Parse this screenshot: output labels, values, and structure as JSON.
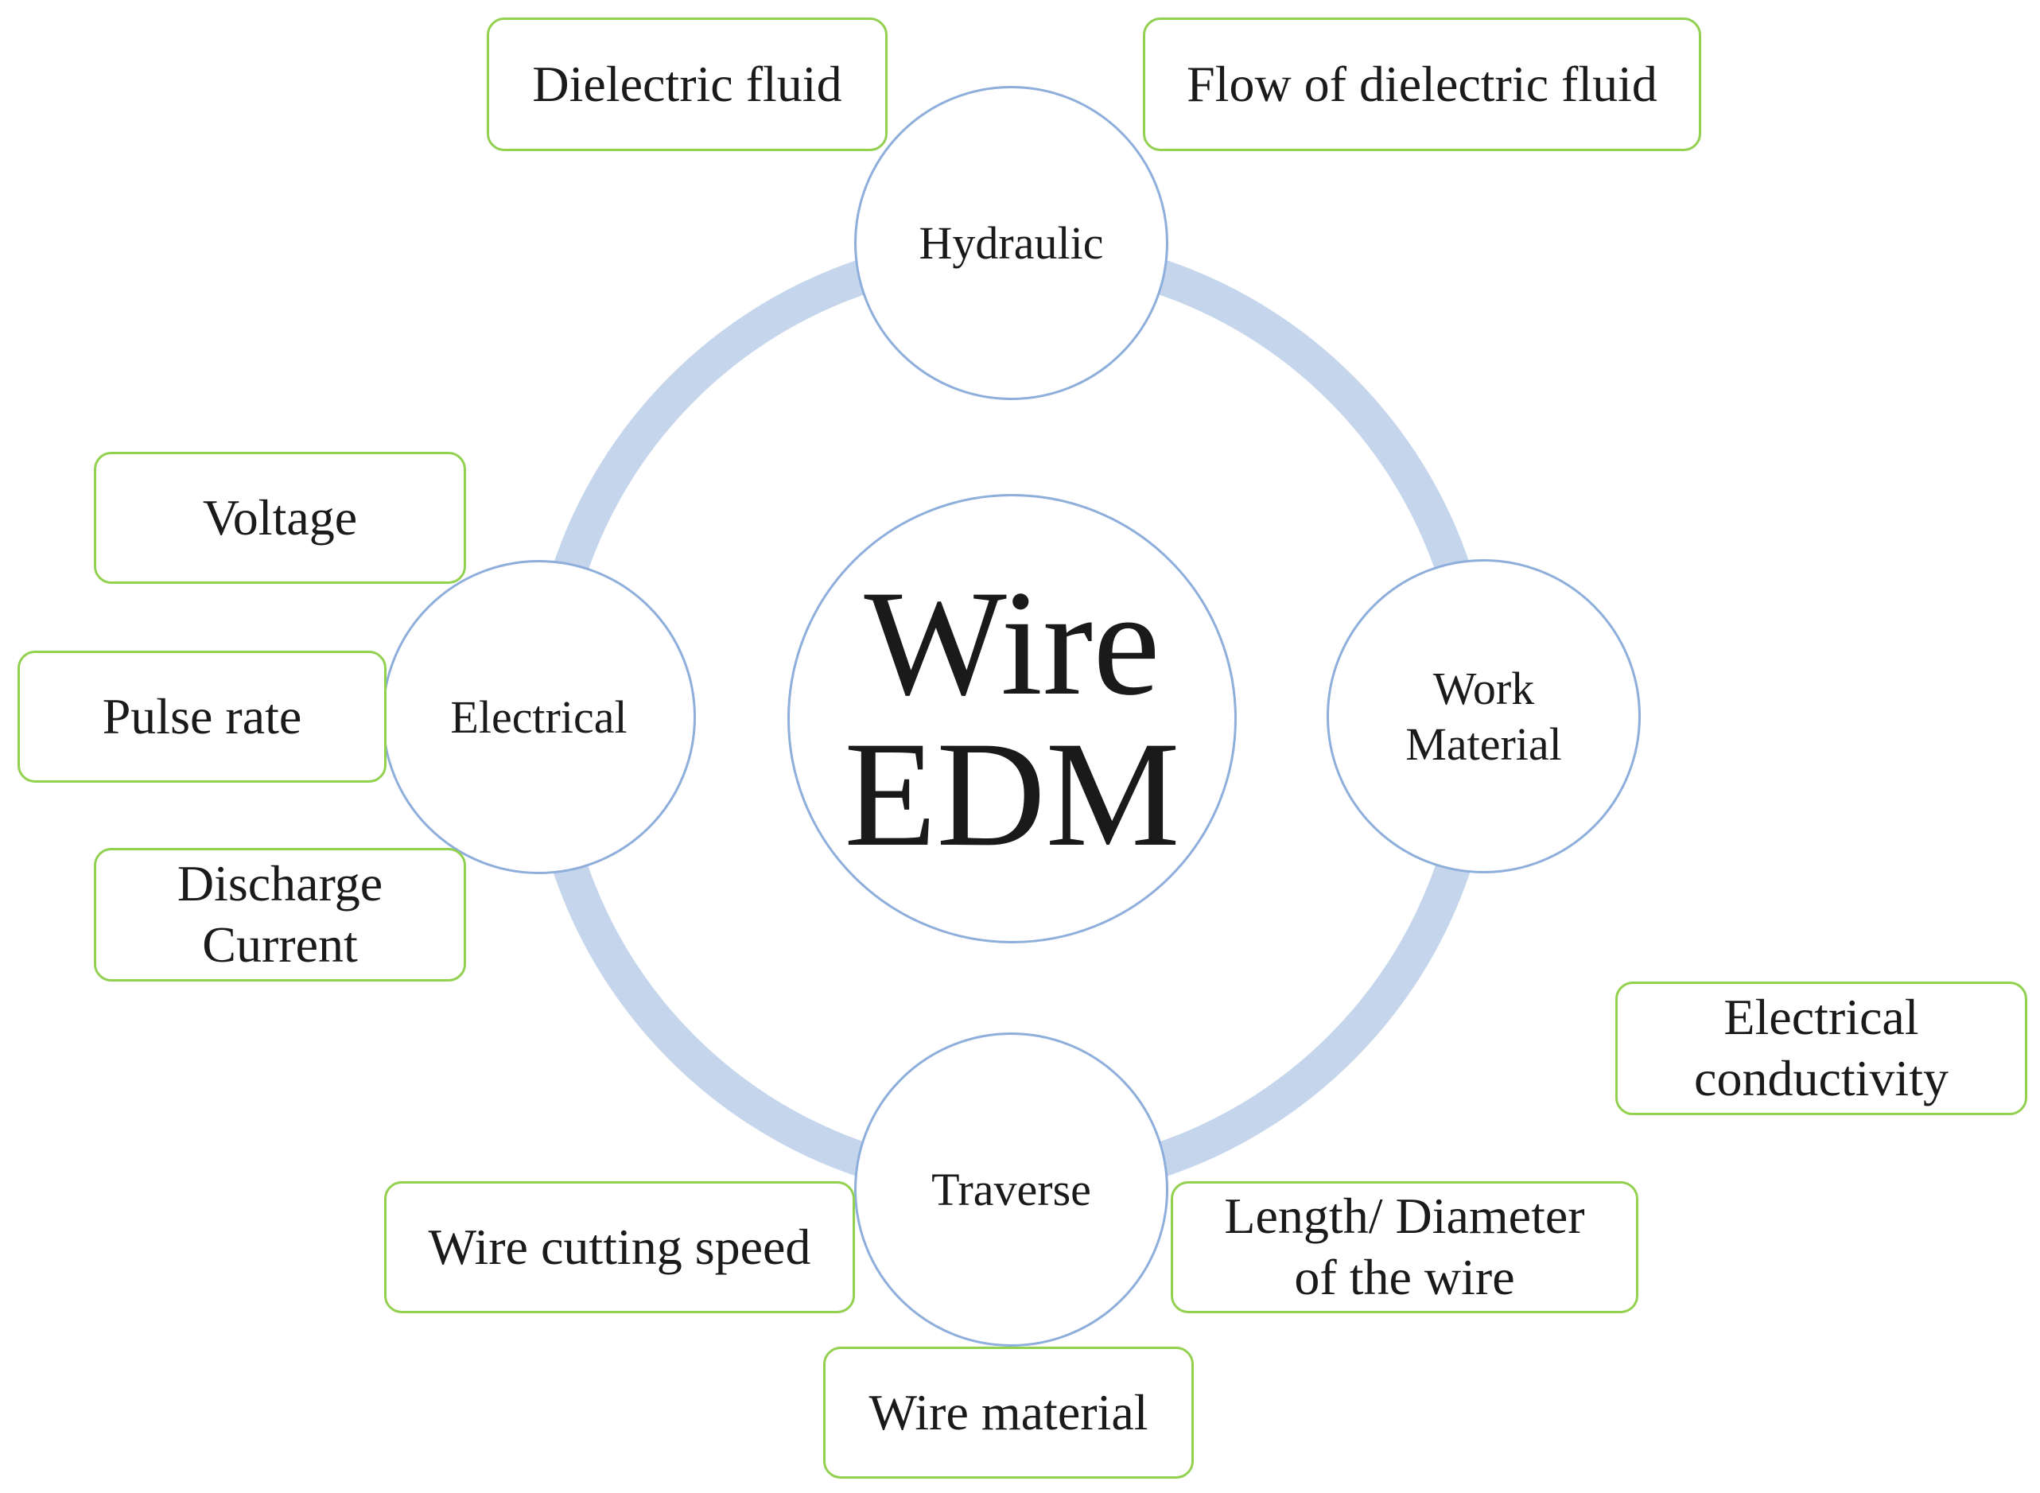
{
  "center": {
    "text": "Wire\nEDM"
  },
  "ring_color": "#c5d6ec",
  "circle_border_color": "#8eaedb",
  "box_border_color": "#92d050",
  "nodes": {
    "hydraulic": "Hydraulic",
    "electrical": "Electrical",
    "work_material": "Work\nMaterial",
    "traverse": "Traverse"
  },
  "boxes": {
    "dielectric_fluid": "Dielectric fluid",
    "flow_of_dielectric_fluid": "Flow of dielectric fluid",
    "voltage": "Voltage",
    "pulse_rate": "Pulse rate",
    "discharge_current": "Discharge\nCurrent",
    "electrical_conductivity": "Electrical\nconductivity",
    "wire_cutting_speed": "Wire cutting speed",
    "length_diameter": "Length/ Diameter\nof the wire",
    "wire_material": "Wire material"
  }
}
